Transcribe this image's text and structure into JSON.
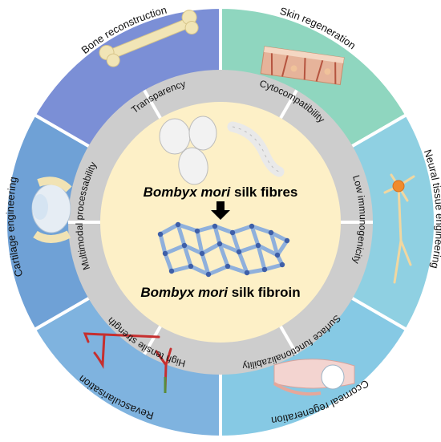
{
  "center": {
    "title_top_species": "Bombyx mori",
    "title_top_rest": " silk fibres",
    "title_bottom_species": "Bombyx mori",
    "title_bottom_rest": " silk fibroin"
  },
  "properties": [
    {
      "id": "transparency",
      "label": "Transparency"
    },
    {
      "id": "cytocompatibility",
      "label": "Cytocompatibility"
    },
    {
      "id": "low-immunogenicity",
      "label": "Low immunogenicity"
    },
    {
      "id": "surface-functionalizability",
      "label": "Surface functionalizability"
    },
    {
      "id": "high-tensile-strength",
      "label": "High tensile strength"
    },
    {
      "id": "multimodal-processability",
      "label": "Multimodal processability"
    }
  ],
  "applications": [
    {
      "id": "bone-reconstruction",
      "label": "Bone reconstruction",
      "color": "#8fd6bf"
    },
    {
      "id": "skin-regeneration",
      "label": "Skin regeneration",
      "color": "#8fd0e2"
    },
    {
      "id": "neural-tissue-engineering",
      "label": "Neural tissue engineering",
      "color": "#86c9e4"
    },
    {
      "id": "corneal-regeneration",
      "label": "Ccorneal regeneration",
      "color": "#7fb3df"
    },
    {
      "id": "revascularisation",
      "label": "Revascularisation",
      "color": "#6fa1d6"
    },
    {
      "id": "cartilage-engineering",
      "label": "Cartilage engineering",
      "color": "#7b8fd6"
    }
  ],
  "colors": {
    "ring_grey": "#cdcdcd",
    "center_fill": "#fdf0c7",
    "separator": "#ffffff",
    "arrow": "#000000",
    "fibroin_strand": "#8fb0dc",
    "fibroin_node": "#3e5fa8"
  },
  "icons": [
    "cocoon-icon",
    "silkworm-icon",
    "bone-icon",
    "skin-icon",
    "neuron-icon",
    "eye-icon",
    "blood-vessel-icon",
    "knee-cartilage-icon",
    "arrow-down-icon",
    "fibroin-network-icon"
  ]
}
